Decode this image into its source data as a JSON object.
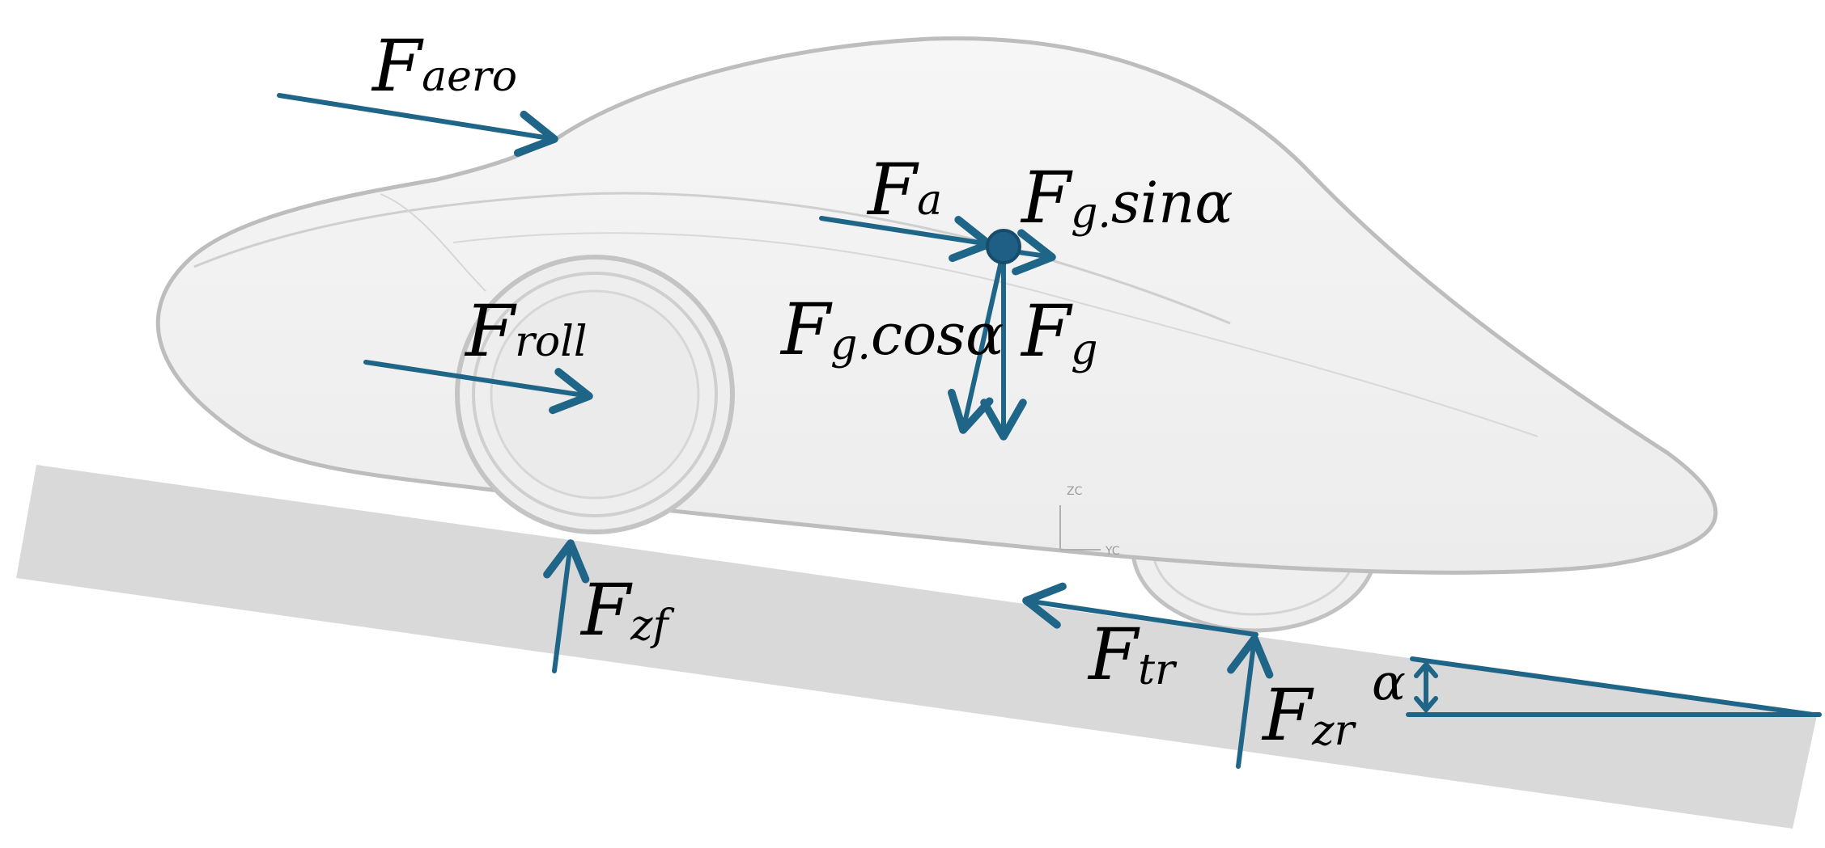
{
  "colors": {
    "arrow": "#1f6587",
    "road": "#d9d9d9",
    "car_body": "#f2f2f2",
    "car_outline": "#bdbdbd",
    "label": "#000000"
  },
  "forces": {
    "aero": {
      "main": "F",
      "sub": "aero"
    },
    "a": {
      "main": "F",
      "sub": "a"
    },
    "g_sin": {
      "main": "F",
      "sub": "g.",
      "tail": "sinα"
    },
    "g_cos": {
      "main": "F",
      "sub": "g.",
      "tail": "cosα"
    },
    "g": {
      "main": "F",
      "sub": "g"
    },
    "roll": {
      "main": "F",
      "sub": "roll"
    },
    "zf": {
      "main": "F",
      "sub": "zf"
    },
    "tr": {
      "main": "F",
      "sub": "tr"
    },
    "zr": {
      "main": "F",
      "sub": "zr"
    }
  },
  "angle": {
    "symbol": "α"
  },
  "axis_tags": {
    "z": "ZC",
    "y": "YC"
  }
}
